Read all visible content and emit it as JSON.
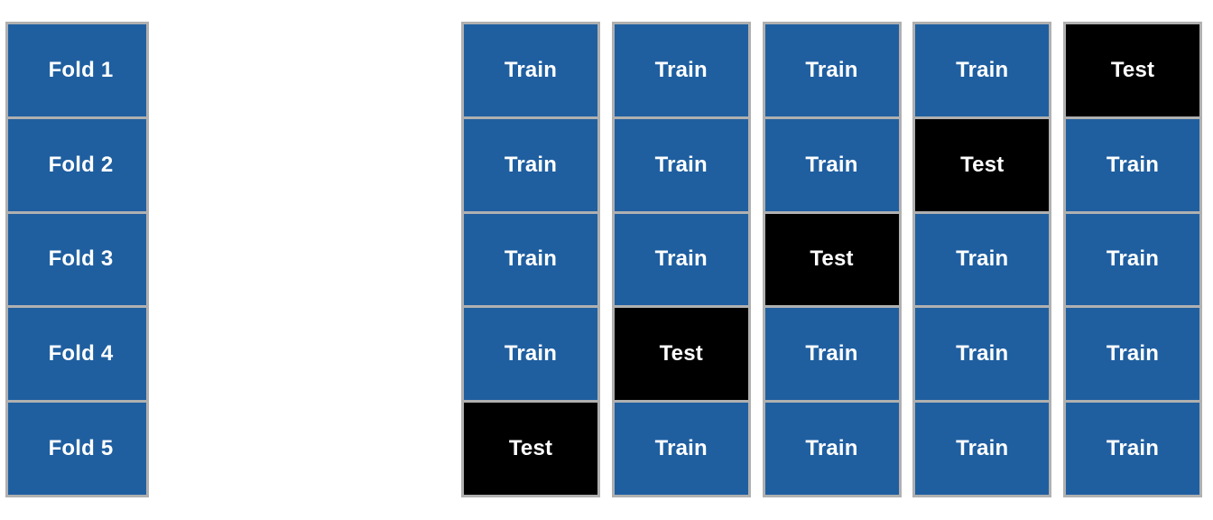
{
  "diagram": {
    "type": "k-fold-cross-validation",
    "n_folds": 5,
    "n_columns": 5,
    "colors": {
      "train": "#1F5FA0",
      "test": "#000000",
      "border": "#B0B0B0",
      "text": "#FFFFFF",
      "background": "#FFFFFF"
    },
    "labels": {
      "train": "Train",
      "test": "Test"
    }
  },
  "folds": [
    {
      "label": "Fold 1"
    },
    {
      "label": "Fold 2"
    },
    {
      "label": "Fold 3"
    },
    {
      "label": "Fold 4"
    },
    {
      "label": "Fold 5"
    }
  ],
  "grid": {
    "rows": [
      {
        "fold": "Fold 1",
        "cells": [
          {
            "label": "Train",
            "role": "train"
          },
          {
            "label": "Train",
            "role": "train"
          },
          {
            "label": "Train",
            "role": "train"
          },
          {
            "label": "Train",
            "role": "train"
          },
          {
            "label": "Test",
            "role": "test"
          }
        ]
      },
      {
        "fold": "Fold 2",
        "cells": [
          {
            "label": "Train",
            "role": "train"
          },
          {
            "label": "Train",
            "role": "train"
          },
          {
            "label": "Train",
            "role": "train"
          },
          {
            "label": "Test",
            "role": "test"
          },
          {
            "label": "Train",
            "role": "train"
          }
        ]
      },
      {
        "fold": "Fold 3",
        "cells": [
          {
            "label": "Train",
            "role": "train"
          },
          {
            "label": "Train",
            "role": "train"
          },
          {
            "label": "Test",
            "role": "test"
          },
          {
            "label": "Train",
            "role": "train"
          },
          {
            "label": "Train",
            "role": "train"
          }
        ]
      },
      {
        "fold": "Fold 4",
        "cells": [
          {
            "label": "Train",
            "role": "train"
          },
          {
            "label": "Test",
            "role": "test"
          },
          {
            "label": "Train",
            "role": "train"
          },
          {
            "label": "Train",
            "role": "train"
          },
          {
            "label": "Train",
            "role": "train"
          }
        ]
      },
      {
        "fold": "Fold 5",
        "cells": [
          {
            "label": "Test",
            "role": "test"
          },
          {
            "label": "Train",
            "role": "train"
          },
          {
            "label": "Train",
            "role": "train"
          },
          {
            "label": "Train",
            "role": "train"
          },
          {
            "label": "Train",
            "role": "train"
          }
        ]
      }
    ]
  }
}
